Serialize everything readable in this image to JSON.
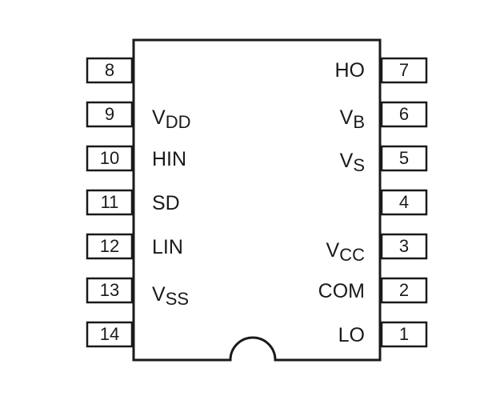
{
  "left_pins": [
    {
      "number": "8",
      "label": "",
      "label_main": "",
      "label_sub": ""
    },
    {
      "number": "9",
      "label": "VDD",
      "label_main": "V",
      "label_sub": "DD"
    },
    {
      "number": "10",
      "label": "HIN",
      "label_main": "HIN",
      "label_sub": ""
    },
    {
      "number": "11",
      "label": "SD",
      "label_main": "SD",
      "label_sub": ""
    },
    {
      "number": "12",
      "label": "LIN",
      "label_main": "LIN",
      "label_sub": ""
    },
    {
      "number": "13",
      "label": "VSS",
      "label_main": "V",
      "label_sub": "SS"
    },
    {
      "number": "14",
      "label": "",
      "label_main": "",
      "label_sub": ""
    }
  ],
  "right_pins": [
    {
      "number": "7",
      "label": "HO",
      "label_main": "HO",
      "label_sub": ""
    },
    {
      "number": "6",
      "label": "VB",
      "label_main": "V",
      "label_sub": "B"
    },
    {
      "number": "5",
      "label": "VS",
      "label_main": "V",
      "label_sub": "S"
    },
    {
      "number": "4",
      "label": "",
      "label_main": "",
      "label_sub": ""
    },
    {
      "number": "3",
      "label": "VCC",
      "label_main": "V",
      "label_sub": "CC"
    },
    {
      "number": "2",
      "label": "COM",
      "label_main": "COM",
      "label_sub": ""
    },
    {
      "number": "1",
      "label": "LO",
      "label_main": "LO",
      "label_sub": ""
    }
  ],
  "colors": {
    "line": "#1a1a1a",
    "background": "#ffffff"
  }
}
